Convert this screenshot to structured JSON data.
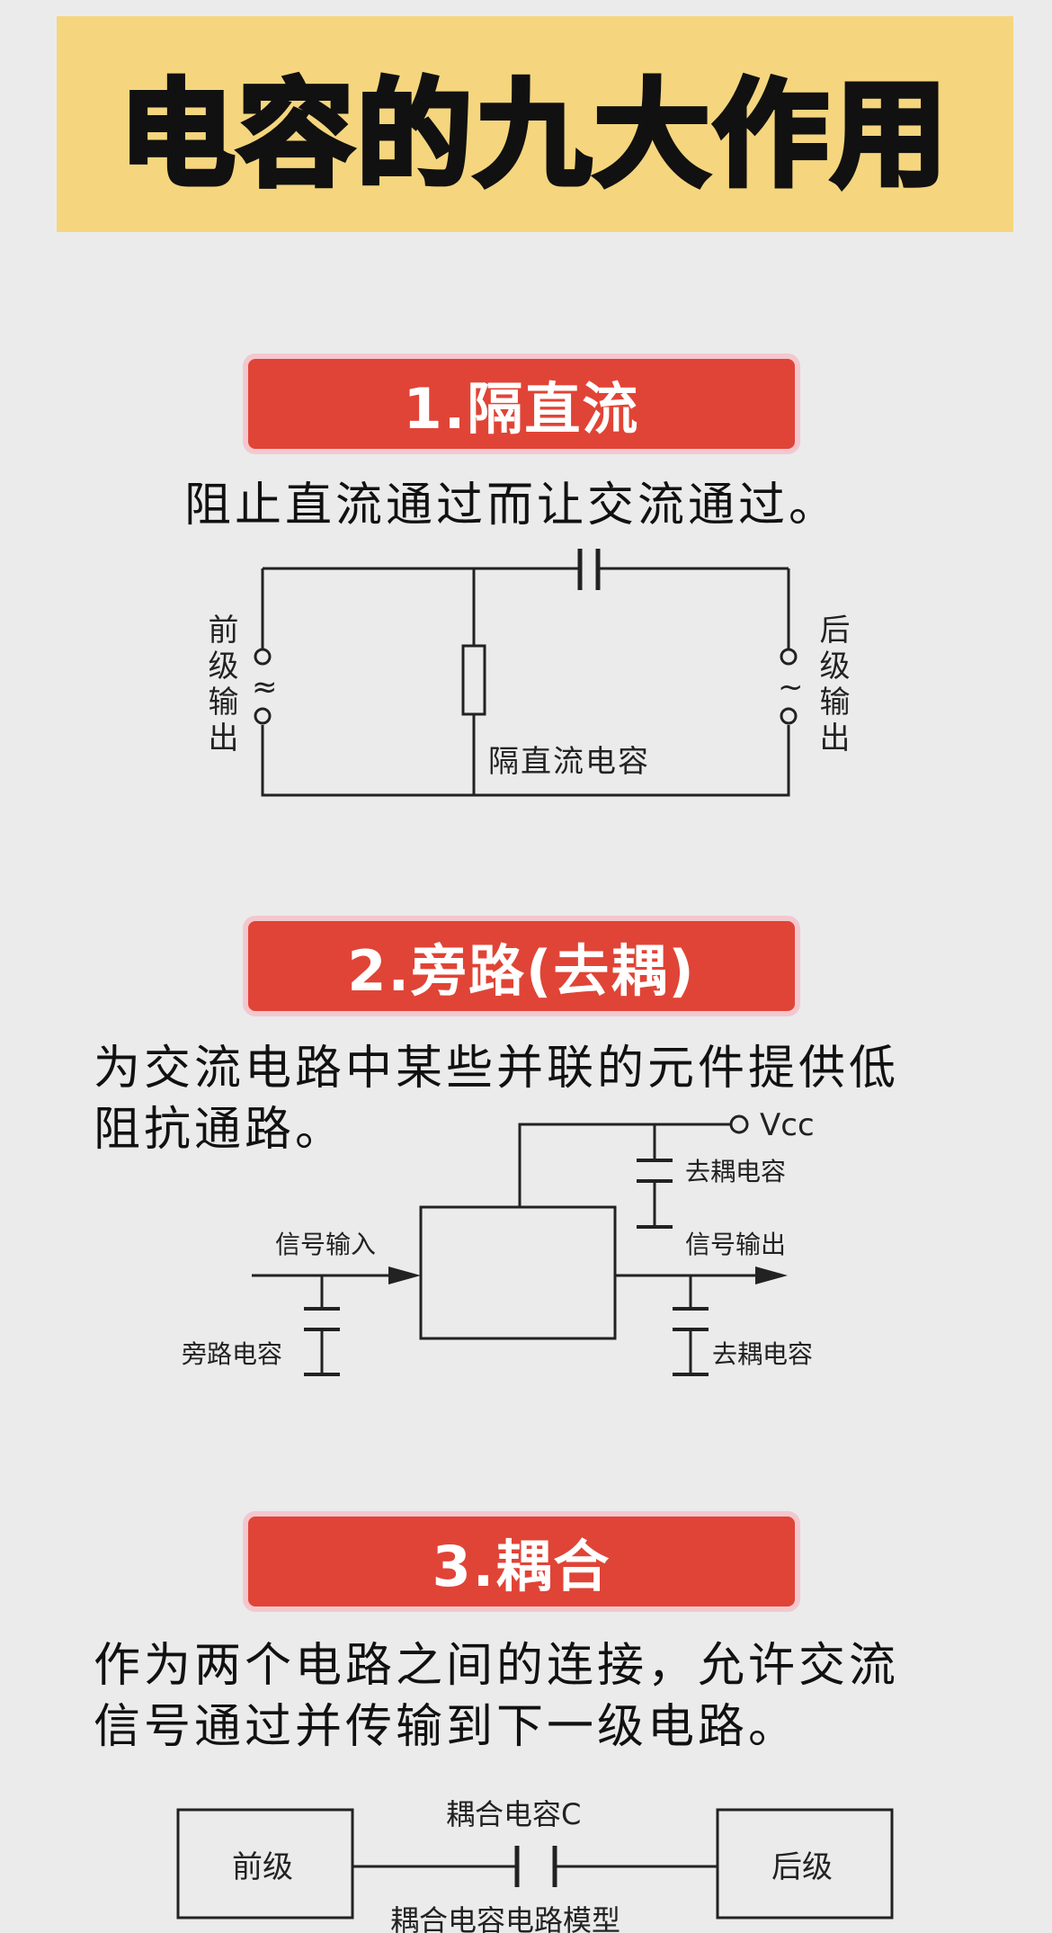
{
  "title": "电容的九大作用",
  "sections": [
    {
      "heading": "1.隔直流",
      "description": "阻止直流通过而让交流通过。",
      "diagram": {
        "left_label": "前级输出",
        "right_label": "后级输出",
        "cap_label": "隔直流电容",
        "ac_symbol": "≈",
        "ac_symbol_right": "~"
      }
    },
    {
      "heading": "2.旁路(去耦)",
      "description_line1": "为交流电路中某些并联的元件提供低",
      "description_line2": "阻抗通路。",
      "diagram": {
        "vcc": "Vcc",
        "decouple_top": "去耦电容",
        "signal_in": "信号输入",
        "signal_out": "信号输出",
        "bypass": "旁路电容",
        "decouple_bottom": "去耦电容"
      }
    },
    {
      "heading": "3.耦合",
      "description_line1": "作为两个电路之间的连接，允许交流",
      "description_line2": "信号通过并传输到下一级电路。",
      "diagram": {
        "cap_label": "耦合电容C",
        "front": "前级",
        "back": "后级",
        "model": "耦合电容电路模型"
      }
    }
  ]
}
